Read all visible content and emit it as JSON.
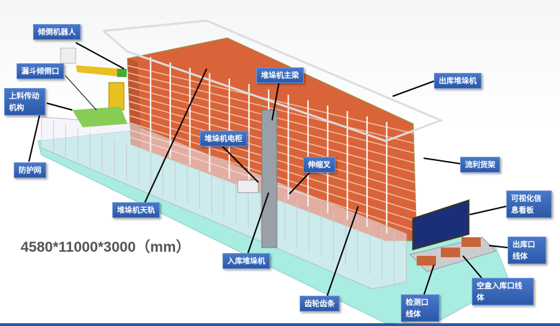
{
  "labels": {
    "tipping_robot": "倾倒机器人",
    "funnel_outlet": "漏斗倾倒口",
    "feeding_mechanism": "上料传动机构",
    "guard_net": "防护网",
    "stacker_top_rail": "堆垛机天轨",
    "stacker_cabinet": "堆垛机电柜",
    "stacker_main_beam": "堆垛机主梁",
    "telescopic_fork": "伸缩叉",
    "inbound_stacker": "入库堆垛机",
    "rack_and_pinion": "齿轮齿条",
    "outbound_stacker": "出库堆垛机",
    "flow_rack": "流利货架",
    "visual_board": "可视化信息看板",
    "outbound_line": "出库口线体",
    "empty_box_inbound_line": "空盒入库口线体",
    "inspection_line": "检测口线体"
  },
  "dimensions": "4580*11000*3000（mm）",
  "colors": {
    "label_bg": "#2b58a8",
    "rack": "#d9643a",
    "floor": "#9fe8dc"
  }
}
